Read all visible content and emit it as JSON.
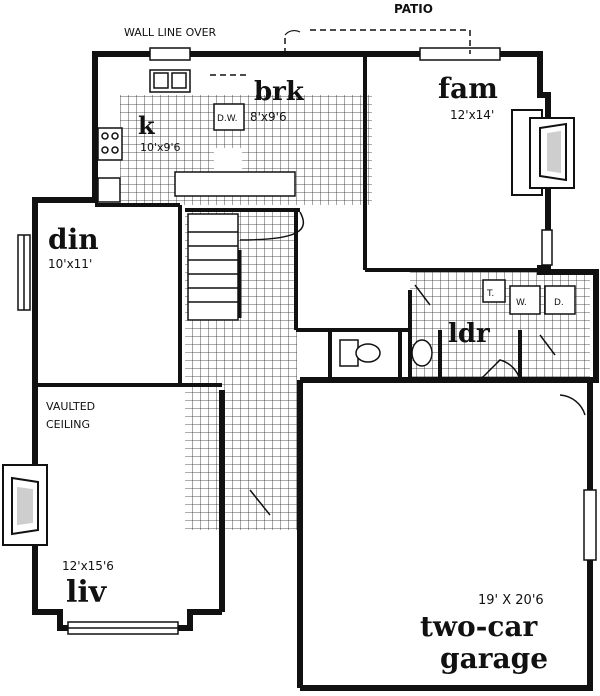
{
  "plan": {
    "notes": {
      "patio": "PATIO",
      "wall_line_over": "WALL LINE OVER",
      "vaulted": "VAULTED",
      "ceiling": "CEILING"
    },
    "rooms": {
      "brk": {
        "name": "brk",
        "dims": "8'x9'6"
      },
      "k": {
        "name": "k",
        "dims": "10'x9'6"
      },
      "fam": {
        "name": "fam",
        "dims": "12'x14'"
      },
      "din": {
        "name": "din",
        "dims": "10'x11'"
      },
      "liv": {
        "name": "liv",
        "dims": "12'x15'6"
      },
      "ldr": {
        "name": "ldr"
      },
      "garage": {
        "name_line1": "two-car",
        "name_line2": "garage",
        "dims": "19' X 20'6"
      }
    },
    "fixtures": {
      "dishwasher": "D.W.",
      "toilet_tank": "T.",
      "washer": "W.",
      "dryer": "D."
    }
  }
}
